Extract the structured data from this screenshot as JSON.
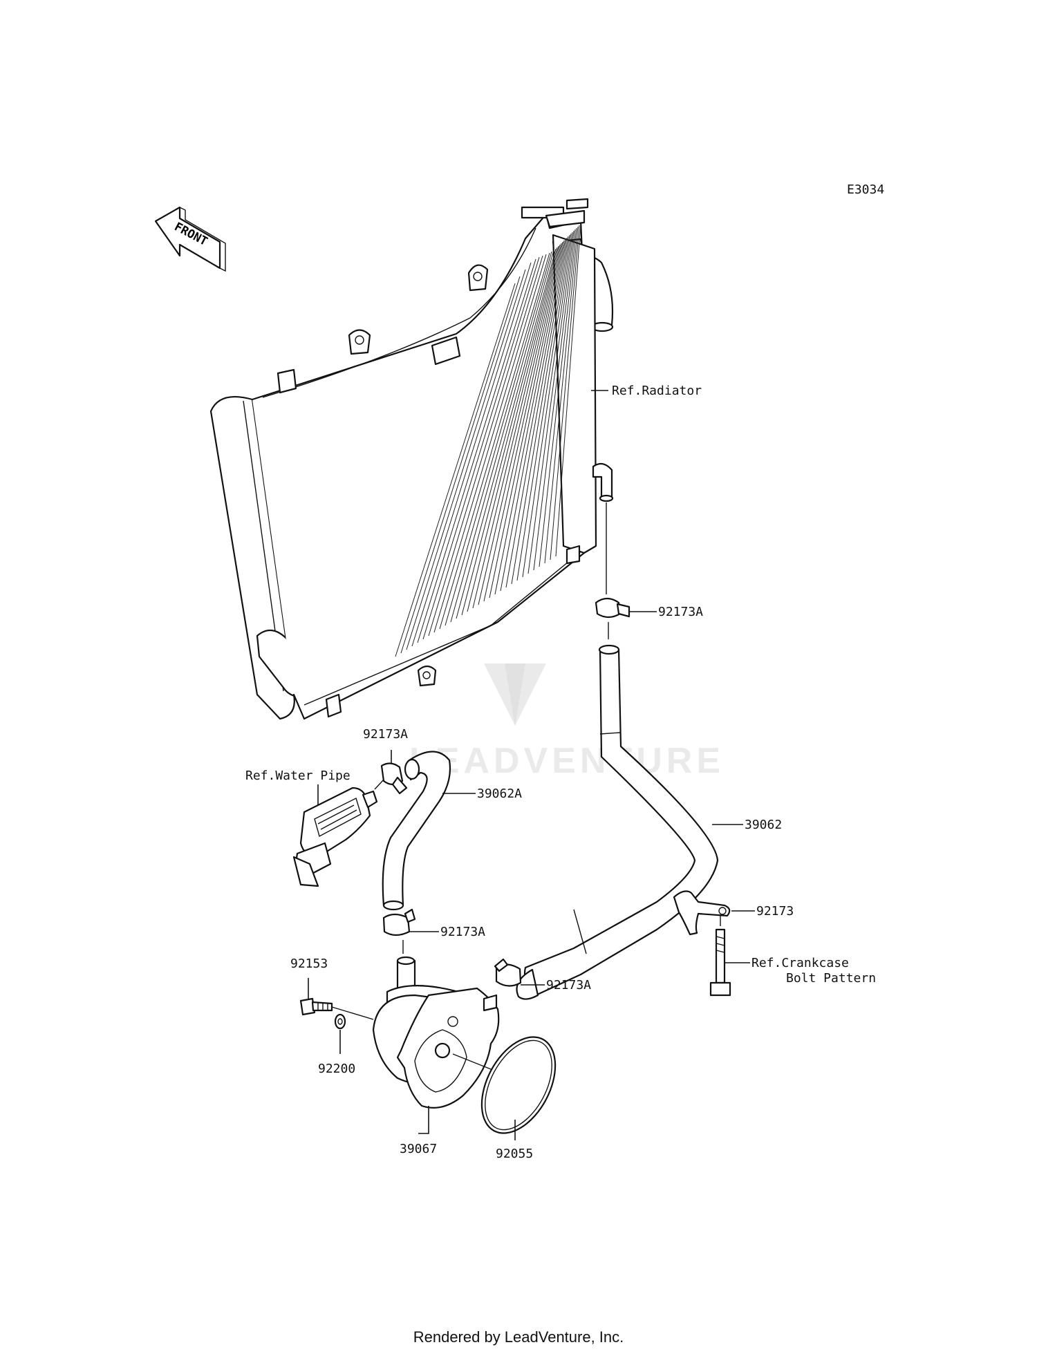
{
  "diagram": {
    "code": "E3034",
    "front_label": "FRONT",
    "watermark": "LEADVENTURE",
    "callouts": {
      "ref_radiator": "Ref.Radiator",
      "clamp_upper_right": "92173A",
      "clamp_top_mid": "92173A",
      "ref_water_pipe": "Ref.Water Pipe",
      "hose_small": "39062A",
      "hose_large": "39062",
      "clamp_mid_left": "92173A",
      "clamp_bracket": "92173",
      "ref_crankcase_line1": "Ref.Crankcase",
      "ref_crankcase_line2": "Bolt Pattern",
      "bolt": "92153",
      "clamp_lower_right": "92173A",
      "washer": "92200",
      "oil_cooler": "39067",
      "o_ring": "92055"
    }
  },
  "footer": {
    "text": "Rendered by LeadVenture, Inc."
  }
}
